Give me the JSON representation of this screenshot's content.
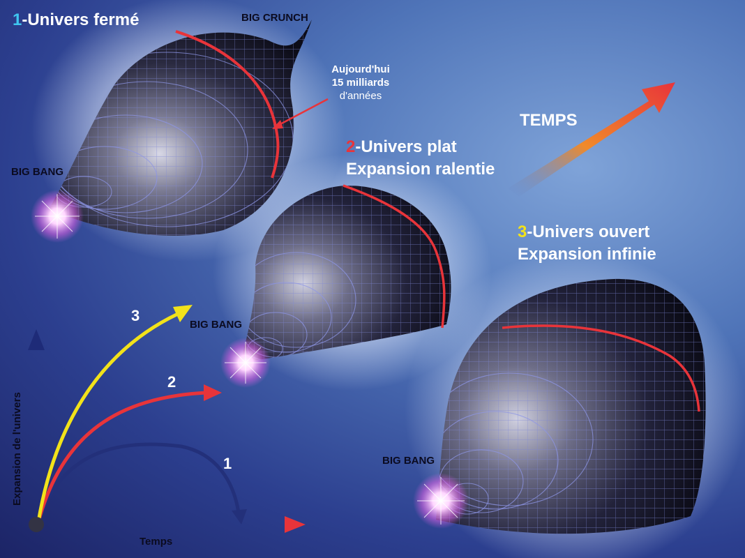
{
  "colors": {
    "cyan": "#3fc6f0",
    "red": "#e8343a",
    "yellow": "#f2e21a",
    "navy": "#23307a",
    "orange": "#f06a2a"
  },
  "universes": [
    {
      "number": "1",
      "title": "-Univers fermé",
      "subtitle": "",
      "color_key": "cyan"
    },
    {
      "number": "2",
      "title": "-Univers plat",
      "subtitle": "Expansion ralentie",
      "color_key": "red"
    },
    {
      "number": "3",
      "title": "-Univers ouvert",
      "subtitle": "Expansion infinie",
      "color_key": "yellow"
    }
  ],
  "labels": {
    "big_crunch": "BIG CRUNCH",
    "big_bang": "BIG BANG",
    "today_line1": "Aujourd'hui",
    "today_line2": "15 milliards",
    "today_line3": "d'années",
    "temps_big": "TEMPS"
  },
  "graph": {
    "xlabel": "Temps",
    "ylabel": "Expansion de l'univers",
    "curves": [
      {
        "label": "1",
        "color": "#23307a"
      },
      {
        "label": "2",
        "color": "#e8343a"
      },
      {
        "label": "3",
        "color": "#f2e21a"
      }
    ]
  }
}
